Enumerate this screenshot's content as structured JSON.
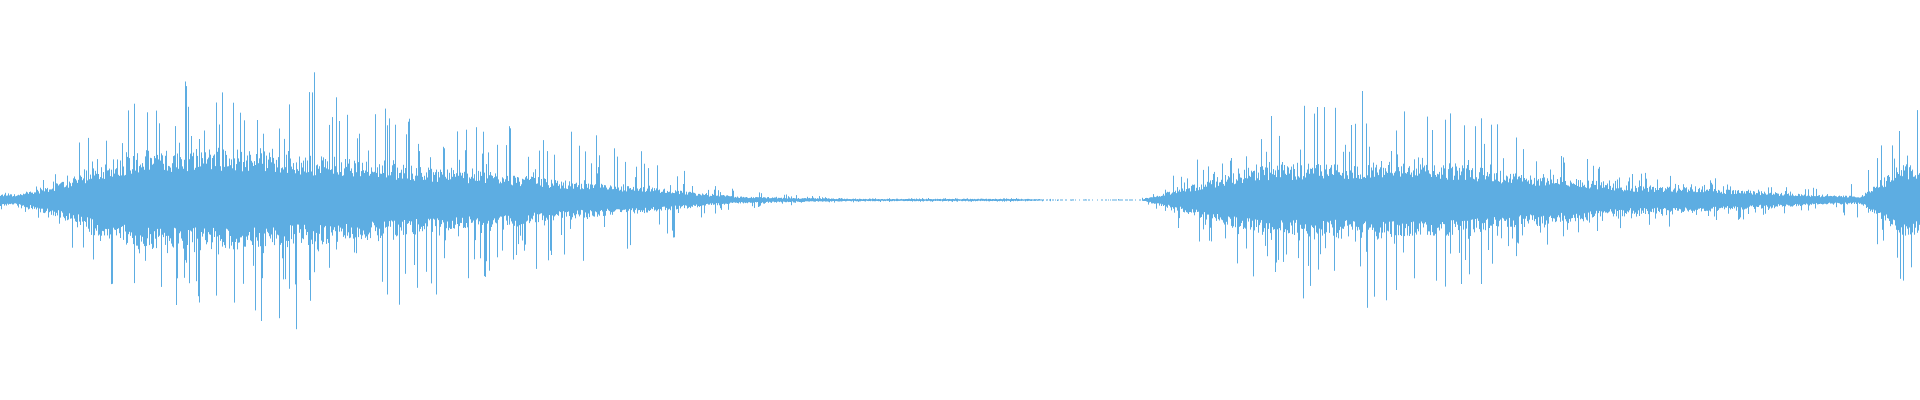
{
  "chart_data": {
    "type": "area",
    "description_kind": "audio waveform",
    "color": "#5DADE2",
    "background": "#ffffff",
    "axes": "none",
    "grid": false,
    "legend": "none",
    "amplitude_range": [
      -1,
      1
    ],
    "body_envelope": [
      0.03,
      0.09,
      0.18,
      0.25,
      0.25,
      0.25,
      0.25,
      0.22,
      0.22,
      0.19,
      0.17,
      0.15,
      0.14,
      0.11,
      0.09,
      0.075,
      0.06,
      0.035,
      0.018,
      0.012,
      0.009,
      0.006,
      0.006,
      0.006,
      0.006,
      0.006,
      0.002,
      0.002,
      0.002,
      0.06,
      0.12,
      0.18,
      0.18,
      0.18,
      0.2,
      0.18,
      0.18,
      0.15,
      0.12,
      0.11,
      0.075,
      0.07,
      0.06,
      0.05,
      0.037,
      0.025,
      0.02,
      0.18
    ],
    "peak_envelope": [
      0.05,
      0.15,
      0.45,
      0.6,
      0.65,
      0.6,
      0.65,
      0.72,
      0.6,
      0.55,
      0.5,
      0.45,
      0.45,
      0.35,
      0.35,
      0.3,
      0.25,
      0.12,
      0.05,
      0.03,
      0.02,
      0.01,
      0.01,
      0.01,
      0.01,
      0.01,
      0.005,
      0.005,
      0.005,
      0.15,
      0.3,
      0.45,
      0.5,
      0.5,
      0.6,
      0.45,
      0.45,
      0.4,
      0.25,
      0.22,
      0.15,
      0.14,
      0.12,
      0.1,
      0.08,
      0.06,
      0.15,
      0.45
    ]
  }
}
